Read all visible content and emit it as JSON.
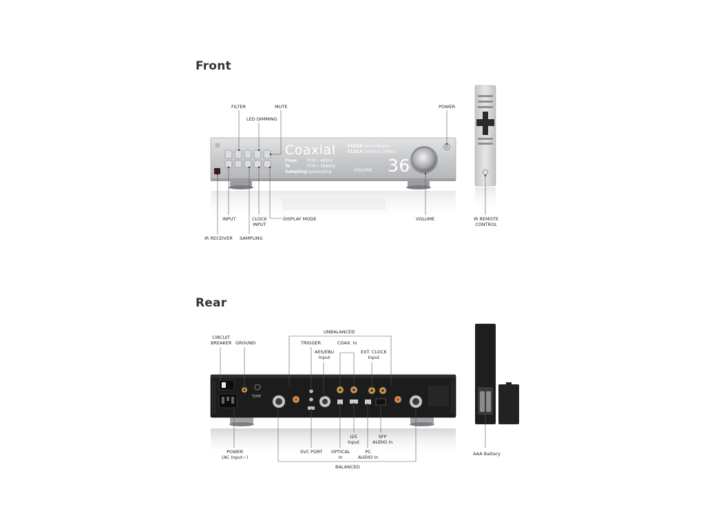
{
  "headings": {
    "front": "Front",
    "rear": "Rear"
  },
  "front_display": {
    "source": "Coaxial",
    "filter_label": "FILTER",
    "filter_value": "Short Sharp",
    "clock_label": "CLOCK",
    "clock_value": "Internal 10MHz",
    "from_label": "From",
    "from_value": "PCM / 48kHz",
    "to_label": "To",
    "to_value": "PCM / 768kHz",
    "sampling_label": "Sampling",
    "sampling_value": "Upsampling",
    "volume_label": "VOLUME",
    "volume_value": "36"
  },
  "front_labels": {
    "filter": "FILTER",
    "mute": "MUTE",
    "led_dimming": "LED DIMMING",
    "power": "POWER",
    "input": "INPUT",
    "clock_input_l1": "CLOCK",
    "clock_input_l2": "INPUT",
    "display_mode": "DISPLAY MODE",
    "volume": "VOLUME",
    "ir_remote_l1": "IR REMOTE",
    "ir_remote_l2": "CONTROL",
    "ir_receiver": "IR RECEIVER",
    "sampling": "SAMPLING"
  },
  "rear_labels": {
    "unbalanced": "UNBALANCED",
    "circuit_breaker_l1": "CIRCUIT",
    "circuit_breaker_l2": "BREAKER",
    "ground": "GROUND",
    "trigger": "TRIGGER",
    "coax_in": "COAX. In",
    "aes_ebu_l1": "AES/EBU",
    "aes_ebu_l2": "Input",
    "ext_clock_l1": "EXT. CLOCK",
    "ext_clock_l2": "Input",
    "power_l1": "POWER",
    "power_l2": "(AC Input~)",
    "svc_port": "SVC PORT",
    "i2s_l1": "I2S",
    "i2s_l2": "Input",
    "optical_l1": "OPTICAL",
    "optical_l2": "In",
    "pc_audio_l1": "PC",
    "pc_audio_l2": "AUDIO In",
    "sfp_l1": "SFP",
    "sfp_l2": "AUDIO In",
    "balanced": "BALANCED",
    "aaa_battery": "AAA Battery"
  },
  "rear_panel_text": {
    "brand": "TOYP"
  },
  "colors": {
    "front_panel": "#c9cbcd",
    "rear_panel": "#1c1c1c",
    "remote_front": "#d8d9db",
    "remote_rear": "#1e1e1e",
    "gold": "#c69a52"
  }
}
